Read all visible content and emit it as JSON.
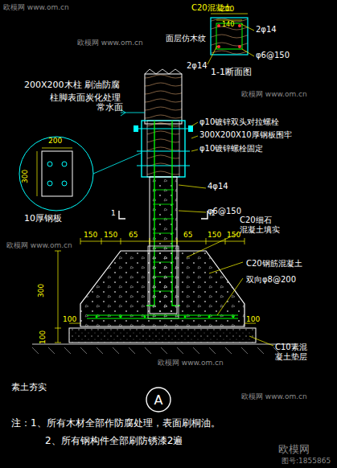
{
  "diagram": {
    "nodes": [
      {
        "text": [
          "A"
        ]
      }
    ],
    "labels": [
      "C20混凝土",
      "200",
      "140",
      "2φ14",
      "面层仿木纹",
      "φ6@150",
      "2φ14",
      "1-1断面图",
      "200X200木柱 刷油防腐",
      "柱脚表面炭化处理",
      "常水面",
      "φ10镀锌双头对拉螺栓",
      "300X200X10厚钢板围牢",
      "φ10镀锌螺栓固定",
      "200",
      "300",
      "10厚钢板",
      "4φ14",
      "φ6@150",
      "1",
      "1",
      "150",
      "150",
      "65",
      "65",
      "150",
      "150",
      "C20细石 混凝土填实",
      "C20钢筋混凝土",
      "双向φ8@200",
      "300",
      "100",
      "100",
      "100",
      "C10素混 凝土垫层",
      "素土夯实",
      "注：1、所有木材全部作防腐处理，表面刷桐油。",
      "2、所有钢构件全部刷防锈漆2遍",
      "欧模网 www.om.cn",
      "欧模网 www.om.cn",
      "欧模网 www.om.cn",
      "欧模网 www.om.cn",
      "欧模网 www.om.cn",
      "欧模网 www.om.cn",
      "欧模网",
      "图号:1855865"
    ]
  }
}
